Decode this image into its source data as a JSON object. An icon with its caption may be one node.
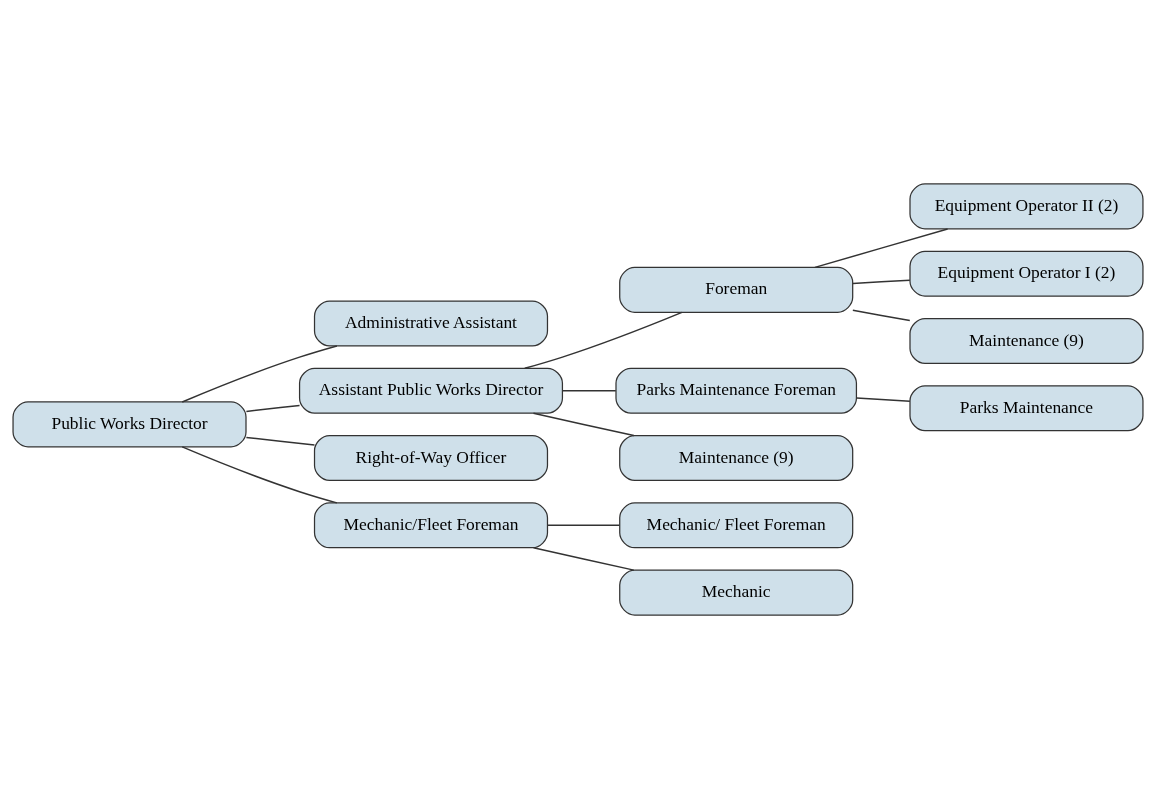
{
  "diagram": {
    "nodes": [
      {
        "text": [
          "Public Works Director"
        ]
      },
      {
        "text": [
          "Administrative Assistant"
        ]
      },
      {
        "text": [
          "Assistant Public Works Director"
        ]
      },
      {
        "text": [
          "Right-of-Way Officer"
        ]
      },
      {
        "text": [
          "Mechanic/Fleet Foreman"
        ]
      },
      {
        "text": [
          "Mechanic/ Fleet Foreman"
        ]
      },
      {
        "text": [
          "Mechanic"
        ]
      },
      {
        "text": [
          "Foreman"
        ]
      },
      {
        "text": [
          "Equipment Operator II (2)"
        ]
      },
      {
        "text": [
          "Equipment Operator I (2)"
        ]
      },
      {
        "text": [
          "Maintenance (9)"
        ]
      },
      {
        "text": [
          "Parks Maintenance Foreman"
        ]
      },
      {
        "text": [
          "Parks Maintenance"
        ]
      },
      {
        "text": [
          "Maintenance (9)"
        ]
      }
    ],
    "edges": [
      {
        "from": 0,
        "to": 1,
        "arrow": "none"
      },
      {
        "from": 0,
        "to": 2,
        "arrow": "none"
      },
      {
        "from": 0,
        "to": 3,
        "arrow": "none"
      },
      {
        "from": 0,
        "to": 4,
        "arrow": "none"
      },
      {
        "from": 4,
        "to": 5,
        "arrow": "none"
      },
      {
        "from": 4,
        "to": 6,
        "arrow": "none"
      },
      {
        "from": 2,
        "to": 7,
        "arrow": "none"
      },
      {
        "from": 2,
        "to": 11,
        "arrow": "none"
      },
      {
        "from": 2,
        "to": 13,
        "arrow": "none"
      },
      {
        "from": 7,
        "to": 8,
        "arrow": "none"
      },
      {
        "from": 7,
        "to": 9,
        "arrow": "none"
      },
      {
        "from": 7,
        "to": 10,
        "arrow": "none"
      },
      {
        "from": 11,
        "to": 12,
        "arrow": "none"
      }
    ]
  }
}
